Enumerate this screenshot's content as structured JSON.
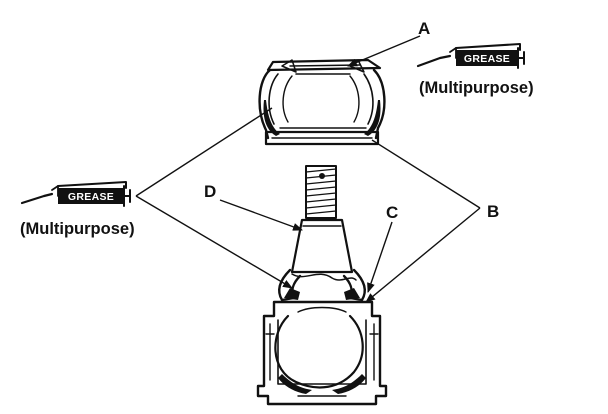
{
  "callouts": {
    "a": "A",
    "b": "B",
    "c": "C",
    "d": "D"
  },
  "grease_tubes": [
    {
      "label": "GREASE",
      "note": "(Multipurpose)"
    },
    {
      "label": "GREASE",
      "note": "(Multipurpose)"
    }
  ],
  "colors": {
    "ink": "#111111",
    "paper": "#ffffff",
    "tube_label_bg": "#111111"
  }
}
